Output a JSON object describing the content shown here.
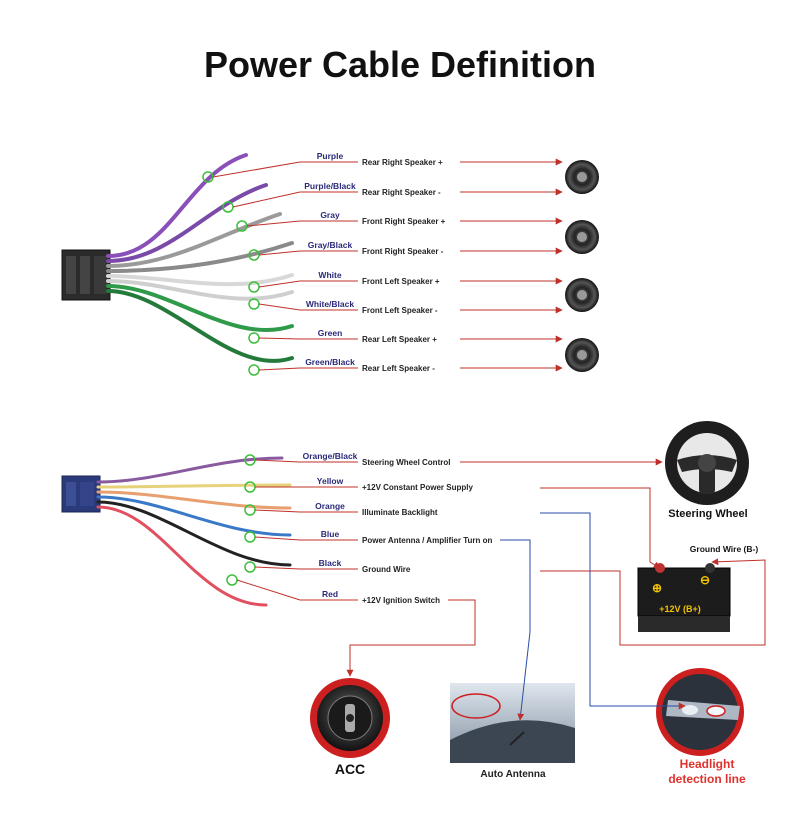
{
  "title": "Power Cable Definition",
  "speaker_wires": [
    {
      "color": "Purple",
      "function": "Rear Right Speaker +",
      "hex": "#8a4fb8"
    },
    {
      "color": "Purple/Black",
      "function": "Rear Right Speaker -",
      "hex": "#7a4aa8"
    },
    {
      "color": "Gray",
      "function": "Front Right Speaker +",
      "hex": "#9a9a9a"
    },
    {
      "color": "Gray/Black",
      "function": "Front Right Speaker -",
      "hex": "#8a8a8a"
    },
    {
      "color": "White",
      "function": "Front Left Speaker +",
      "hex": "#d8d8d8"
    },
    {
      "color": "White/Black",
      "function": "Front Left Speaker -",
      "hex": "#cfcfcf"
    },
    {
      "color": "Green",
      "function": "Rear Left Speaker +",
      "hex": "#2f9a4a"
    },
    {
      "color": "Green/Black",
      "function": "Rear Left Speaker -",
      "hex": "#237a3a"
    }
  ],
  "power_wires": [
    {
      "color": "Orange/Black",
      "function": "Steering Wheel Control",
      "hex": "#8a5aa0"
    },
    {
      "color": "Yellow",
      "function": "+12V Constant Power Supply",
      "hex": "#e6d27a"
    },
    {
      "color": "Orange",
      "function": "Illuminate Backlight",
      "hex": "#e8a070"
    },
    {
      "color": "Blue",
      "function": "Power Antenna / Amplifier Turn on",
      "hex": "#3a78c8"
    },
    {
      "color": "Black",
      "function": "Ground Wire",
      "hex": "#222222"
    },
    {
      "color": "Red",
      "function": "+12V  Ignition Switch",
      "hex": "#e05060"
    }
  ],
  "devices": {
    "steering_wheel": "Steering Wheel",
    "ground_wire": "Ground Wire (B-)",
    "battery_label": "+12V  (B+)",
    "acc": "ACC",
    "auto_antenna": "Auto Antenna",
    "headlight_line1": "Headlight",
    "headlight_line2": "detection line"
  },
  "colors": {
    "arrow": "#c0302a",
    "wire_label": "#2a2a7a",
    "headlight_text": "#e0322c",
    "marker": "#3cc03c"
  }
}
